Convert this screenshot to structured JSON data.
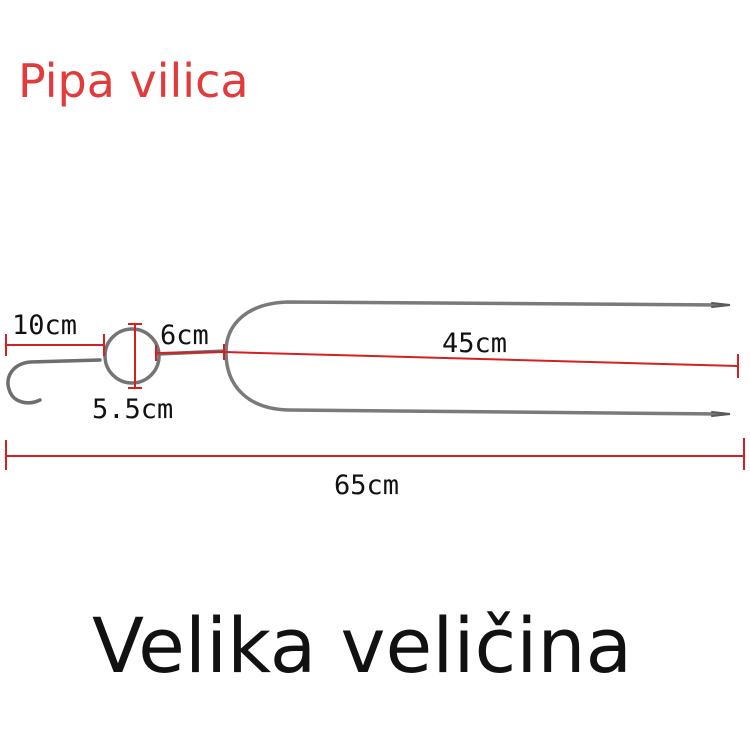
{
  "title": "Pipa vilica",
  "caption": "Velika veličina",
  "dimensions": {
    "hook_length": "10cm",
    "ring_diameter": "5.5cm",
    "connector_length": "6cm",
    "prong_length": "45cm",
    "total_length": "65cm"
  },
  "colors": {
    "title": "#e23b3b",
    "measure_line": "#d42020",
    "metal": "#6e6e6e"
  }
}
